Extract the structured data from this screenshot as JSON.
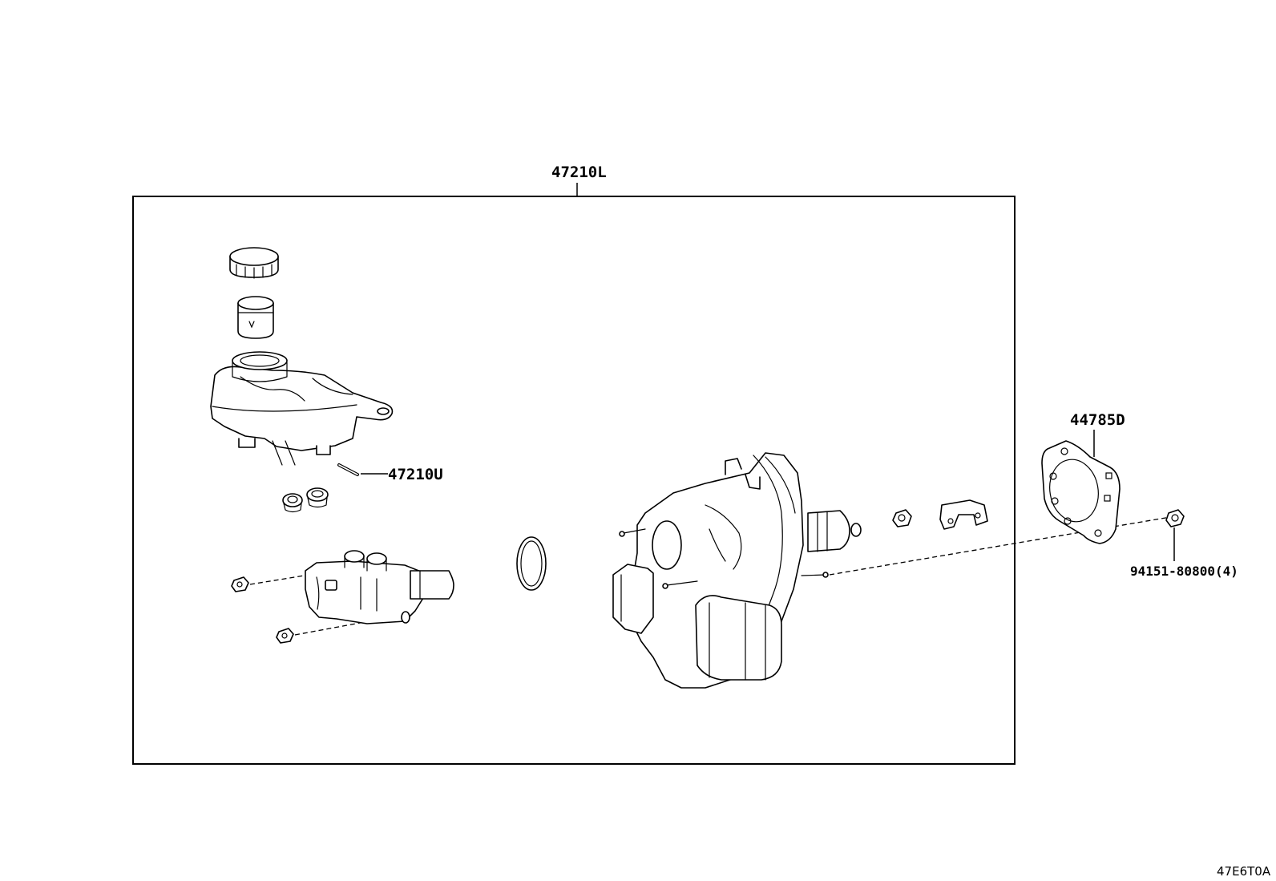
{
  "labels": {
    "assembly": "47210L",
    "pin": "47210U",
    "gasket": "44785D",
    "nut": "94151-80800(4)"
  },
  "diagram_code": "47E6T0A"
}
